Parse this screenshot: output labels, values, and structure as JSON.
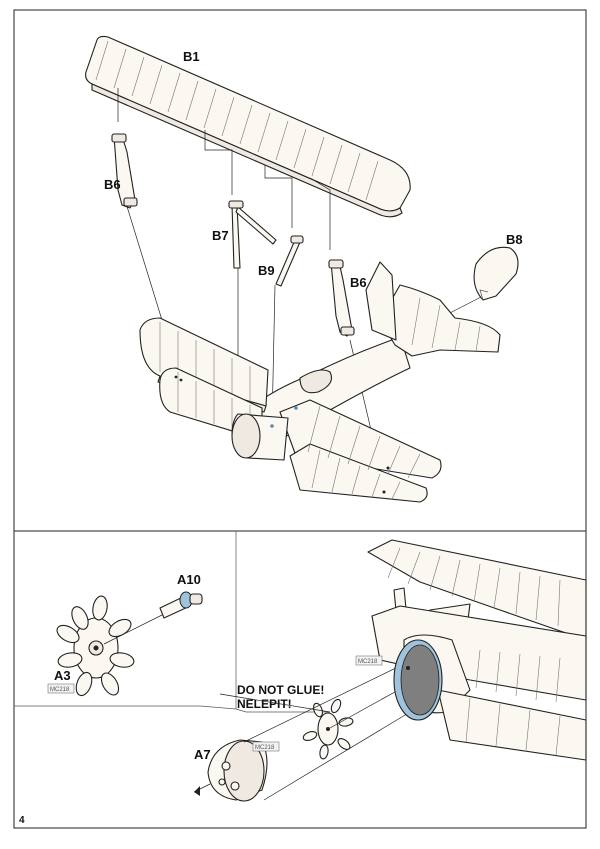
{
  "parts": {
    "b1": "B1",
    "b6_left": "B6",
    "b7": "B7",
    "b9": "B9",
    "b6_right": "B6",
    "b8": "B8",
    "a10": "A10",
    "a3": "A3",
    "a7": "A7"
  },
  "codes": {
    "mc_a3": "MC218",
    "mc_a7": "MC218",
    "mc_cowl": "MC218"
  },
  "warning": {
    "line1": "DO NOT GLUE!",
    "line2": "NELEPIT!"
  },
  "step_number": "4",
  "colors": {
    "paint_blue": "#9fc3dc",
    "paint_grey": "#7f7f7f"
  }
}
